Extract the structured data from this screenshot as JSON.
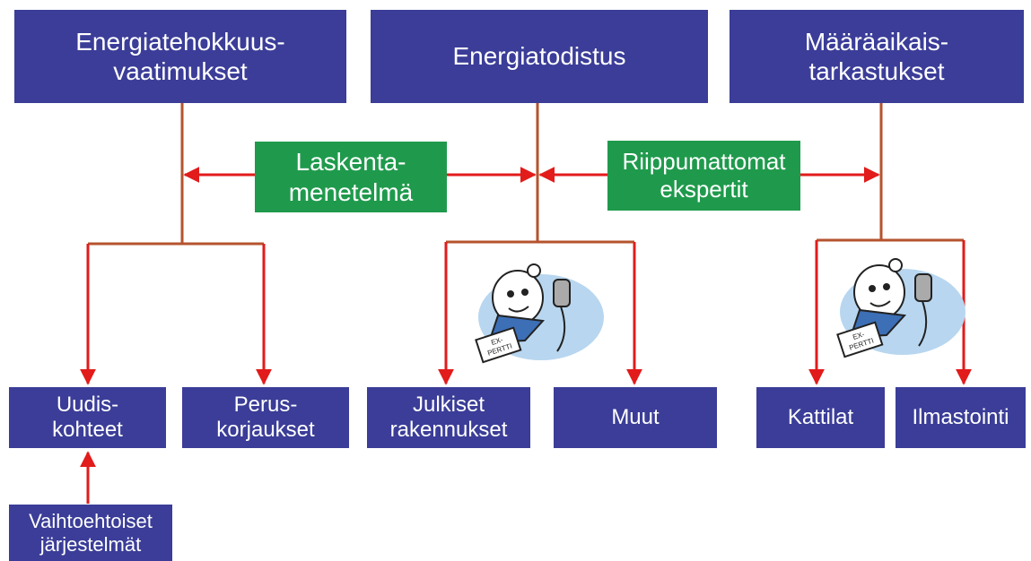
{
  "colors": {
    "box_blue": "#3b3d98",
    "box_green": "#1f9a4c",
    "arrow_red": "#e21b1b",
    "line_brown": "#b5532e",
    "text": "#ffffff"
  },
  "top": {
    "energy_requirements": {
      "line1": "Energiatehokkuus-",
      "line2": "vaatimukset"
    },
    "energy_certificate": {
      "label": "Energiatodistus"
    },
    "periodic_inspections": {
      "line1": "Määräaikais-",
      "line2": "tarkastukset"
    }
  },
  "middle": {
    "calculation_method": {
      "line1": "Laskenta-",
      "line2": "menetelmä"
    },
    "independent_experts": {
      "line1": "Riippumattomat",
      "line2": "ekspertit"
    }
  },
  "bottom": {
    "new_buildings": {
      "line1": "Uudis-",
      "line2": "kohteet"
    },
    "renovations": {
      "line1": "Perus-",
      "line2": "korjaukset"
    },
    "public_buildings": {
      "line1": "Julkiset",
      "line2": "rakennukset"
    },
    "others": {
      "label": "Muut"
    },
    "boilers": {
      "label": "Kattilat"
    },
    "ventilation": {
      "label": "Ilmastointi"
    }
  },
  "alternative_systems": {
    "line1": "Vaihtoehtoiset",
    "line2": "järjestelmät"
  },
  "expert_illustrations": {
    "icon": "expert-cartoon-icon",
    "sign_line1": "EX-",
    "sign_line2": "PERTTI"
  }
}
